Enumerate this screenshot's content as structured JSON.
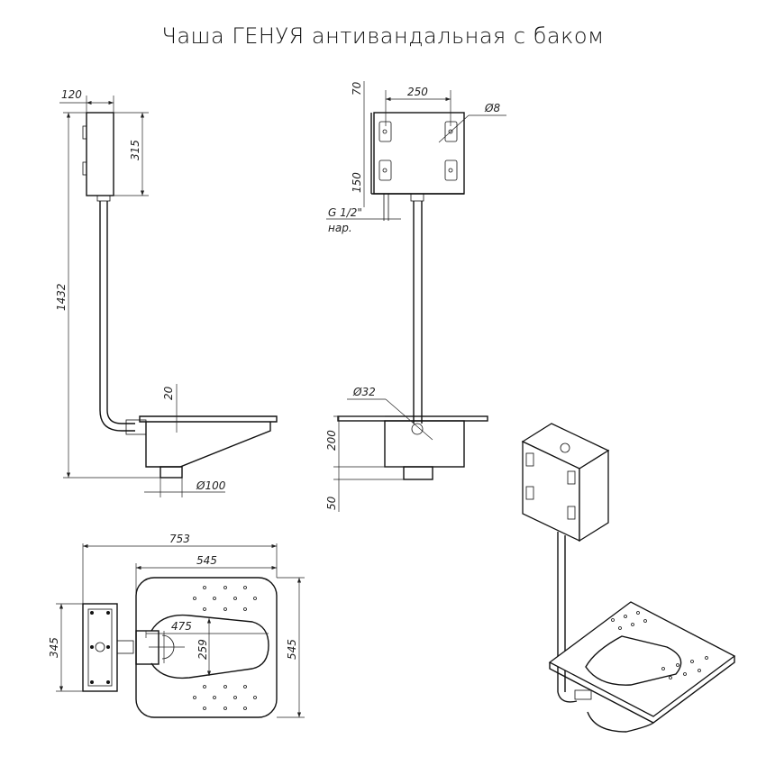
{
  "title": "Чаша ГЕНУЯ антивандальная с баком",
  "side_view": {
    "tank_width": "120",
    "tank_height": "315",
    "total_height": "1432",
    "plate_thickness": "20",
    "outlet_diameter": "Ø100"
  },
  "front_view": {
    "top_offset": "70",
    "mount_spacing": "250",
    "hole_diameter": "Ø8",
    "mount_vertical": "150",
    "thread": "G 1/2\"",
    "thread_type": "нар.",
    "pipe_diameter": "Ø32",
    "bowl_height": "200",
    "outlet_height": "50"
  },
  "top_view": {
    "overall_length": "753",
    "bowl_width": "545",
    "tank_length": "345",
    "bowl_depth": "545",
    "opening_length": "475",
    "opening_width": "259"
  }
}
